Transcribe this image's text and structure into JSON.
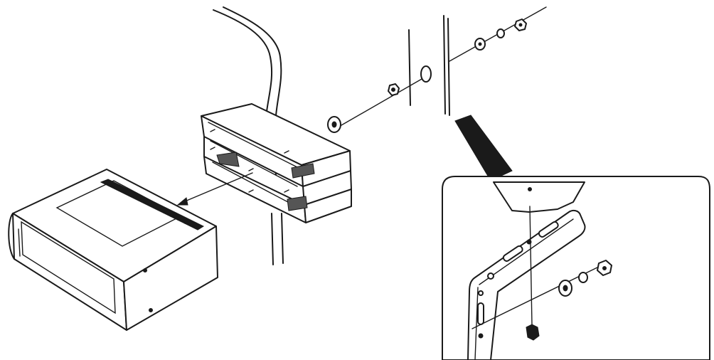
{
  "diagram": {
    "type": "exploded-installation-illustration",
    "colors": {
      "line": "#1a1a1a",
      "background": "#ffffff",
      "fill": "#ffffff",
      "accent": "#555555"
    },
    "parts": [
      {
        "id": "head-unit",
        "icon": "car-stereo-unit"
      },
      {
        "id": "mounting-sleeve",
        "icon": "mounting-cage"
      },
      {
        "id": "dashboard-panel",
        "icon": "panel-edge"
      },
      {
        "id": "threaded-rod",
        "icon": "bolt-rod"
      },
      {
        "id": "washers-and-nuts",
        "icon": "washer-nut"
      },
      {
        "id": "support-strap-detail",
        "icon": "magnified-callout"
      }
    ],
    "text_labels": []
  }
}
